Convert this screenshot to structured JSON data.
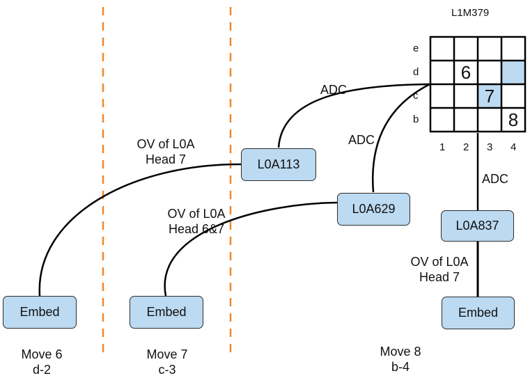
{
  "board": {
    "title": "L1M379",
    "rows": [
      "e",
      "d",
      "c",
      "b"
    ],
    "cols": [
      "1",
      "2",
      "3",
      "4"
    ],
    "numbers": [
      {
        "row": "d",
        "col": "2",
        "value": "6"
      },
      {
        "row": "c",
        "col": "3",
        "value": "7"
      },
      {
        "row": "b",
        "col": "4",
        "value": "8"
      }
    ],
    "highlighted_cells": [
      {
        "row": "d",
        "col": "4"
      },
      {
        "row": "c",
        "col": "3"
      }
    ],
    "highlight_color": "#bcdaf1"
  },
  "nodes": {
    "l0a113": "L0A113",
    "l0a629": "L0A629",
    "l0a837": "L0A837",
    "embed1": "Embed",
    "embed2": "Embed",
    "embed3": "Embed"
  },
  "edge_labels": {
    "adc_top": "ADC",
    "adc_mid": "ADC",
    "adc_right": "ADC",
    "ov1_line1": "OV of L0A",
    "ov1_line2": "Head 7",
    "ov2_line1": "OV of L0A",
    "ov2_line2": "Head 6&7",
    "ov3_line1": "OV of L0A",
    "ov3_line2": "Head 7"
  },
  "moves": {
    "m6_line1": "Move 6",
    "m6_line2": "d-2",
    "m7_line1": "Move 7",
    "m7_line2": "c-3",
    "m8_line1": "Move 8",
    "m8_line2": "b-4"
  },
  "colors": {
    "node_fill": "#bcdaf1",
    "divider": "#f0882a"
  }
}
